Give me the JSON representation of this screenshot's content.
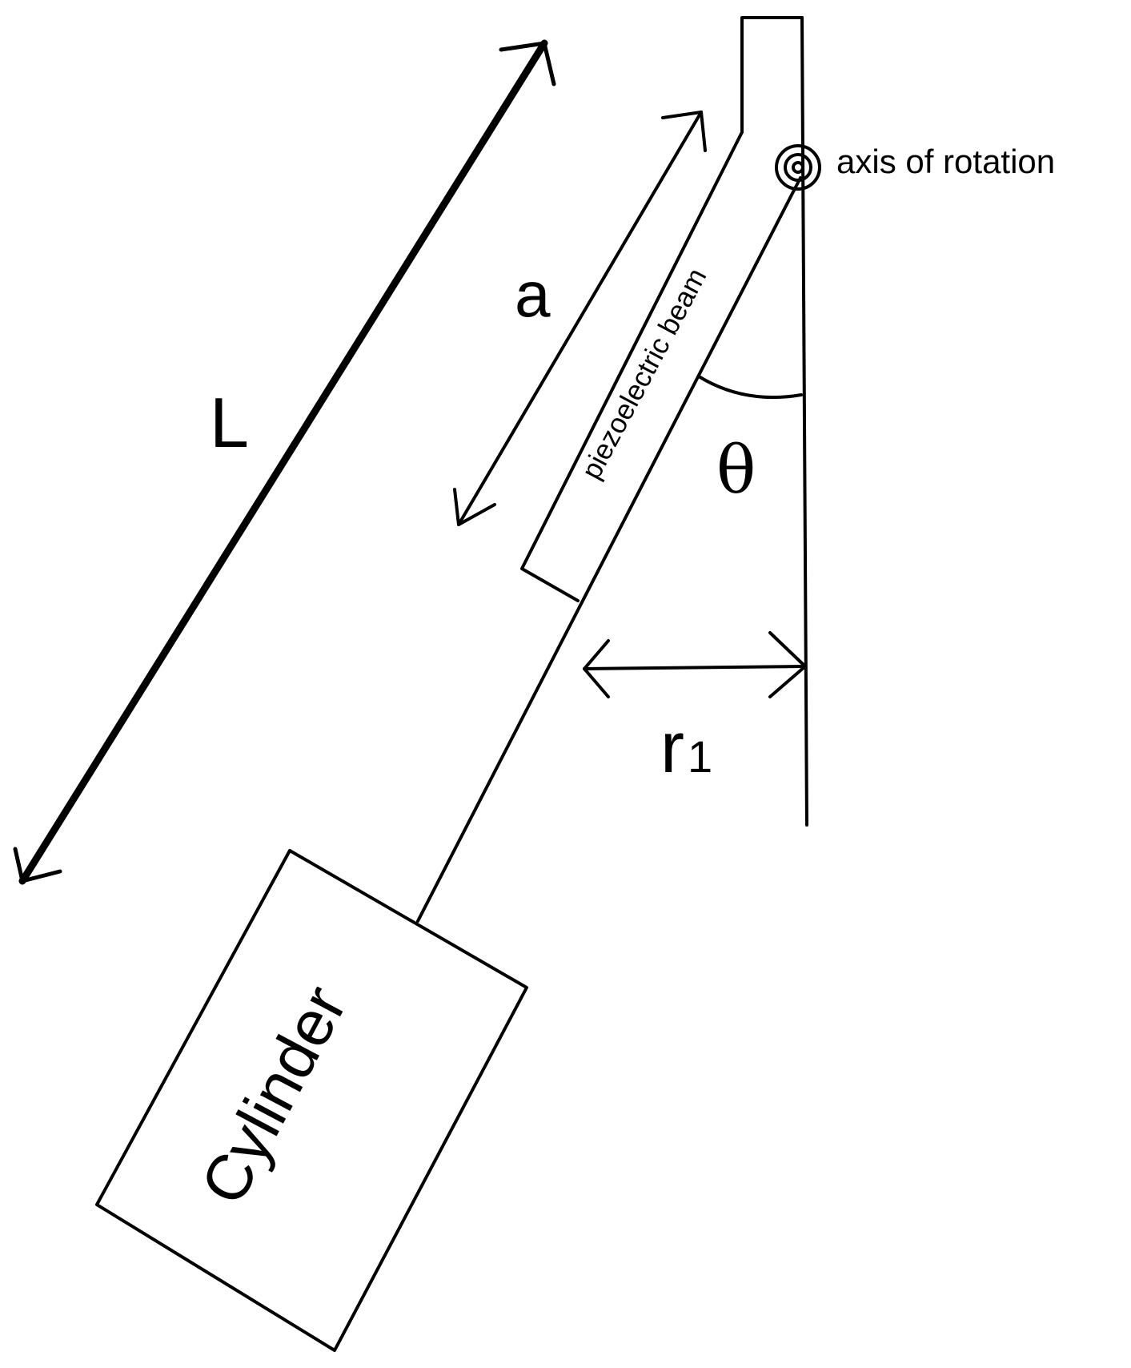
{
  "labels": {
    "axis": "axis of rotation",
    "a": "a",
    "L": "L",
    "beam": "piezoelectric beam",
    "theta": "θ",
    "r": "r",
    "r_sub": "1",
    "cylinder": "Cylinder"
  },
  "colors": {
    "ink": "#000000",
    "background": "#ffffff"
  },
  "icons": {
    "axis_marker": "concentric-circles-icon"
  }
}
